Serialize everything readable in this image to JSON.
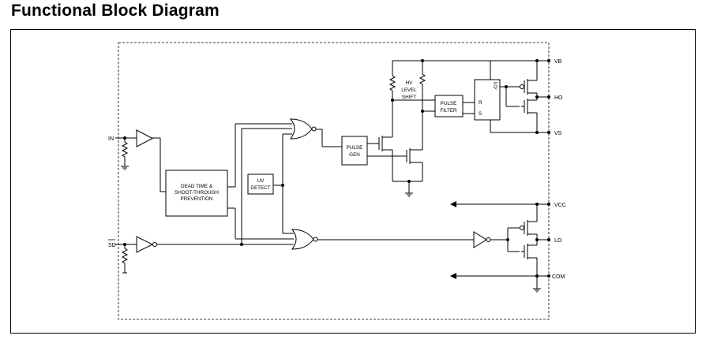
{
  "title": "Functional Block Diagram",
  "pins": {
    "in": "IN",
    "sd": "SD",
    "vb": "VB",
    "ho": "HO",
    "vs": "VS",
    "vcc": "VCC",
    "lo": "LO",
    "com": "COM"
  },
  "blocks": {
    "dead_time": [
      "DEAD TIME &",
      "SHOOT-THROUGH",
      "PREVENTION"
    ],
    "uv_detect": [
      "UV",
      "DETECT"
    ],
    "pulse_gen": [
      "PULSE",
      "GEN"
    ],
    "hv_level_shift": [
      "HV",
      "LEVEL",
      "SHIFT"
    ],
    "pulse_filter": [
      "PULSE",
      "FILTER"
    ],
    "latch_r": "R",
    "latch_s": "S",
    "latch_q": "Q"
  }
}
